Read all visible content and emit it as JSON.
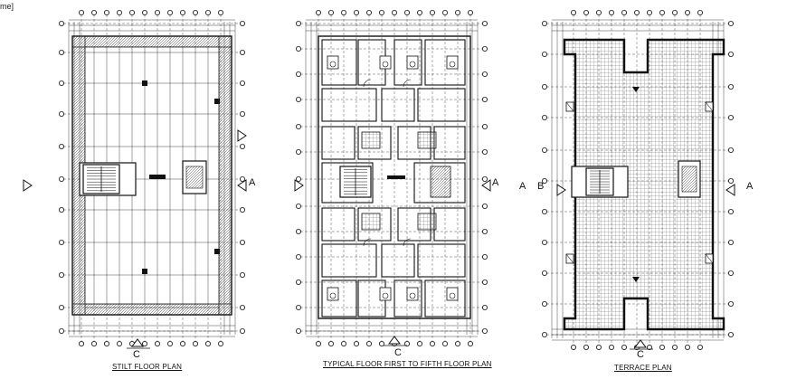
{
  "corner": {
    "text": "me]"
  },
  "plans": [
    {
      "id": "stilt",
      "title": "STILT FLOOR PLAN",
      "section_mark_bottom": "C",
      "section_mark_right": "A"
    },
    {
      "id": "typical",
      "title": "TYPICAL FLOOR FIRST TO FIFTH FLOOR PLAN",
      "section_mark_bottom": "C",
      "section_mark_right": "A"
    },
    {
      "id": "terrace",
      "title": "TERRACE PLAN",
      "section_mark_bottom": "C",
      "section_mark_right": "A",
      "section_mark_left": "A",
      "section_mark_left2": "B"
    }
  ],
  "colors": {
    "line": "#111111",
    "hatch": "#555555",
    "light": "#9a9a9a"
  }
}
